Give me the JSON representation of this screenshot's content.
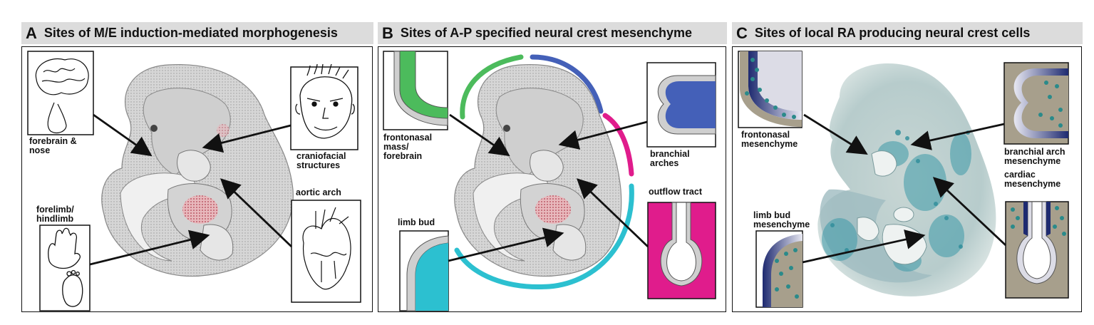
{
  "panels": [
    {
      "letter": "A",
      "title": "Sites of M/E induction-mediated morphogenesis",
      "labels": {
        "forebrain": [
          "forebrain &",
          "nose"
        ],
        "craniofacial": [
          "craniofacial",
          "structures"
        ],
        "limb": [
          "forelimb/",
          "hindlimb"
        ],
        "aortic": [
          "aortic arch"
        ]
      }
    },
    {
      "letter": "B",
      "title": "Sites of A-P specified neural crest mesenchyme",
      "labels": {
        "frontonasal": [
          "frontonasal",
          "mass/",
          "forebrain"
        ],
        "branchial": [
          "branchial",
          "arches"
        ],
        "limb": [
          "limb bud"
        ],
        "outflow": [
          "outflow tract"
        ]
      }
    },
    {
      "letter": "C",
      "title": "Sites of local RA producing neural crest cells",
      "labels": {
        "frontonasal": [
          "frontonasal",
          "mesenchyme"
        ],
        "branchial": [
          "branchial arch",
          "mesenchyme"
        ],
        "limb": [
          "limb bud",
          "mesenchyme"
        ],
        "cardiac": [
          "cardiac",
          "mesenchyme"
        ]
      }
    }
  ],
  "colors": {
    "header_bg": "#dcdcdc",
    "green": "#4cbb5c",
    "blue": "#4460b8",
    "magenta": "#e01c8c",
    "cyan": "#2cc0d0",
    "navy": "#232e78",
    "teal_dot": "#2a8a8a",
    "tan": "#a79f8c"
  }
}
